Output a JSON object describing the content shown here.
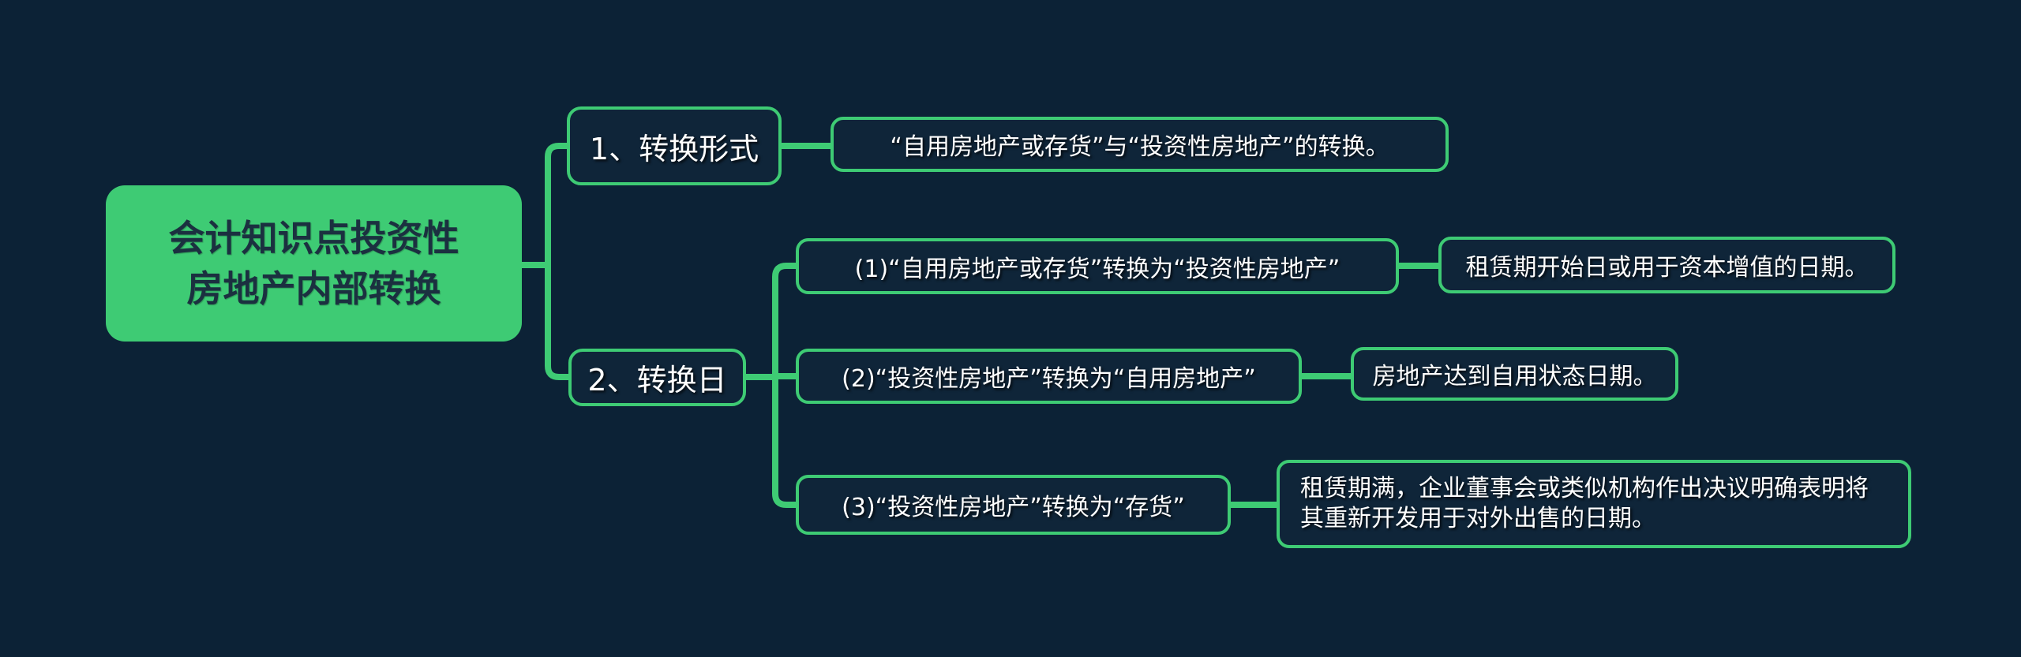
{
  "title": "会计知识点投资性房地产内部转换",
  "colors": {
    "background": "#0c2236",
    "accent": "#3ecb74",
    "node_fill": "#0f2539",
    "text_light": "#ffffff",
    "root_text": "#1b3040"
  },
  "mindmap": {
    "root": {
      "label": "会计知识点投资性房地产内部转换",
      "line1": "会计知识点投资性",
      "line2": "房地产内部转换"
    },
    "branches": [
      {
        "label": "1、转换形式",
        "children": [
          {
            "label": "“自用房地产或存货”与“投资性房地产”的转换。"
          }
        ]
      },
      {
        "label": "2、转换日",
        "children": [
          {
            "label": "(1)“自用房地产或存货”转换为“投资性房地产”",
            "note": "租赁期开始日或用于资本增值的日期。"
          },
          {
            "label": "(2)“投资性房地产”转换为“自用房地产”",
            "note": "房地产达到自用状态日期。"
          },
          {
            "label": "(3)“投资性房地产”转换为“存货”",
            "note": "租赁期满，企业董事会或类似机构作出决议明确表明将其重新开发用于对外出售的日期。"
          }
        ]
      }
    ]
  }
}
